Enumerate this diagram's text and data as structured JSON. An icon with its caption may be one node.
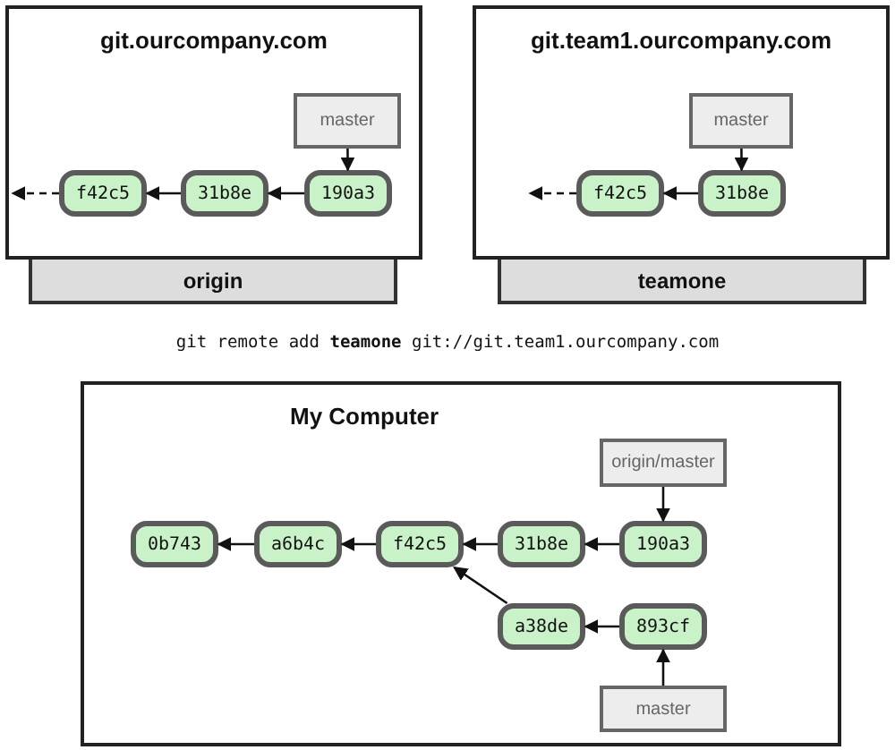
{
  "diagram": {
    "nodes": [
      {
        "text": [
          "git.ourcompany.com"
        ]
      },
      {
        "text": [
          "master"
        ],
        "in": 0
      },
      {
        "text": [
          "190a3"
        ],
        "in": 0
      },
      {
        "text": [
          "31b8e"
        ],
        "in": 0
      },
      {
        "text": [
          "f42c5"
        ],
        "in": 0
      },
      {
        "text": [
          "origin"
        ]
      },
      {
        "text": [
          "git.team1.ourcompany.com"
        ]
      },
      {
        "text": [
          "master"
        ],
        "in": 6
      },
      {
        "text": [
          "31b8e"
        ],
        "in": 6
      },
      {
        "text": [
          "f42c5"
        ],
        "in": 6
      },
      {
        "text": [
          "teamone"
        ]
      },
      {
        "text": [
          "My Computer"
        ]
      },
      {
        "text": [
          "origin/master"
        ],
        "in": 11
      },
      {
        "text": [
          "0b743"
        ],
        "in": 11
      },
      {
        "text": [
          "a6b4c"
        ],
        "in": 11
      },
      {
        "text": [
          "f42c5"
        ],
        "in": 11
      },
      {
        "text": [
          "31b8e"
        ],
        "in": 11
      },
      {
        "text": [
          "190a3"
        ],
        "in": 11
      },
      {
        "text": [
          "a38de"
        ],
        "in": 11
      },
      {
        "text": [
          "893cf"
        ],
        "in": 11
      },
      {
        "text": [
          "master"
        ],
        "in": 11
      }
    ],
    "edges": [
      {
        "from": 1,
        "to": 2,
        "arrow": "to"
      },
      {
        "from": 2,
        "to": 3,
        "arrow": "to"
      },
      {
        "from": 3,
        "to": 4,
        "arrow": "to"
      },
      {
        "from": 4,
        "to": null,
        "arrow": "to",
        "style": "dashed"
      },
      {
        "from": 7,
        "to": 8,
        "arrow": "to"
      },
      {
        "from": 8,
        "to": 9,
        "arrow": "to"
      },
      {
        "from": 9,
        "to": null,
        "arrow": "to",
        "style": "dashed"
      },
      {
        "from": 12,
        "to": 17,
        "arrow": "to"
      },
      {
        "from": 17,
        "to": 16,
        "arrow": "to"
      },
      {
        "from": 16,
        "to": 15,
        "arrow": "to"
      },
      {
        "from": 15,
        "to": 14,
        "arrow": "to"
      },
      {
        "from": 14,
        "to": 13,
        "arrow": "to"
      },
      {
        "from": 18,
        "to": 15,
        "arrow": "to"
      },
      {
        "from": 19,
        "to": 18,
        "arrow": "to"
      },
      {
        "from": 20,
        "to": 19,
        "arrow": "to"
      }
    ],
    "labels": [
      "git remote add **teamone** git://git.team1.ourcompany.com"
    ]
  }
}
